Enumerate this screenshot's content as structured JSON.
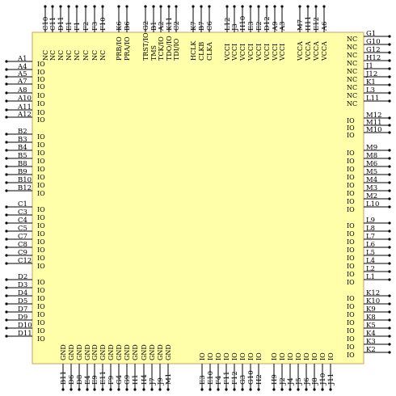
{
  "package": {
    "body_color": "#ffffaa",
    "body_stroke": "#c8a060",
    "lead_color": "#000000"
  },
  "top_pins": [
    {
      "pin": "C10",
      "sig": "NC"
    },
    {
      "pin": "C11",
      "sig": "NC"
    },
    {
      "pin": "D11",
      "sig": "NC"
    },
    {
      "pin": "E1",
      "sig": "NC"
    },
    {
      "pin": "F1",
      "sig": "NC"
    },
    {
      "pin": "F2",
      "sig": "NC"
    },
    {
      "pin": "F3",
      "sig": "NC"
    },
    {
      "pin": "F10",
      "sig": "NC"
    },
    {
      "pin": "K6",
      "sig": "PRB/IO"
    },
    {
      "pin": "B6",
      "sig": "PRA/IO"
    },
    {
      "pin": "G2",
      "sig": "TRST/IO"
    },
    {
      "pin": "B1",
      "sig": "TMS"
    },
    {
      "pin": "A2",
      "sig": "TCK/IO"
    },
    {
      "pin": "K11",
      "sig": "TDO/IO"
    },
    {
      "pin": "C2",
      "sig": "TDI/IO"
    },
    {
      "pin": "K7",
      "sig": "HCLK"
    },
    {
      "pin": "B7",
      "sig": "CLKB"
    },
    {
      "pin": "C6",
      "sig": "CLKA"
    },
    {
      "pin": "L12",
      "sig": "VCCI"
    },
    {
      "pin": "J3",
      "sig": "VCCI"
    },
    {
      "pin": "H10",
      "sig": "VCCI"
    },
    {
      "pin": "E3",
      "sig": "VCCI"
    },
    {
      "pin": "E2",
      "sig": "VCCI"
    },
    {
      "pin": "D12",
      "sig": "VCCI"
    },
    {
      "pin": "A9",
      "sig": "VCCI"
    },
    {
      "pin": "A3",
      "sig": "VCCI"
    },
    {
      "pin": "M7",
      "sig": "VCCA"
    },
    {
      "pin": "H11",
      "sig": "VCCA"
    },
    {
      "pin": "E12",
      "sig": "VCCA"
    },
    {
      "pin": "A6",
      "sig": "VCCA"
    }
  ],
  "bottom_pins": [
    {
      "pin": "B11",
      "sig": "GND"
    },
    {
      "pin": "D6",
      "sig": "GND"
    },
    {
      "pin": "D8",
      "sig": "GND"
    },
    {
      "pin": "E4",
      "sig": "GND"
    },
    {
      "pin": "E9",
      "sig": "GND"
    },
    {
      "pin": "E11",
      "sig": "GND"
    },
    {
      "pin": "F9",
      "sig": "GND"
    },
    {
      "pin": "G4",
      "sig": "GND"
    },
    {
      "pin": "G9",
      "sig": "GND"
    },
    {
      "pin": "H1",
      "sig": "GND"
    },
    {
      "pin": "H4",
      "sig": "GND"
    },
    {
      "pin": "J7",
      "sig": "GND"
    },
    {
      "pin": "J9",
      "sig": "GND"
    },
    {
      "pin": "M1",
      "sig": "GND"
    },
    {
      "pin": "E3",
      "sig": "IO"
    },
    {
      "pin": "E10",
      "sig": "IO"
    },
    {
      "pin": "F4",
      "sig": "IO"
    },
    {
      "pin": "F11",
      "sig": "IO"
    },
    {
      "pin": "F12",
      "sig": "IO"
    },
    {
      "pin": "G3",
      "sig": "IO"
    },
    {
      "pin": "G10",
      "sig": "IO"
    },
    {
      "pin": "H2",
      "sig": "IO"
    },
    {
      "pin": "H9",
      "sig": "IO"
    },
    {
      "pin": "J2",
      "sig": "IO"
    },
    {
      "pin": "J4",
      "sig": "IO"
    },
    {
      "pin": "J5",
      "sig": "IO"
    },
    {
      "pin": "J6",
      "sig": "IO"
    },
    {
      "pin": "J8",
      "sig": "IO"
    },
    {
      "pin": "J10",
      "sig": "IO"
    },
    {
      "pin": "J11",
      "sig": "IO"
    }
  ],
  "left_pins": [
    {
      "pin": "A1",
      "sig": "IO"
    },
    {
      "pin": "A4",
      "sig": "IO"
    },
    {
      "pin": "A5",
      "sig": "IO"
    },
    {
      "pin": "A7",
      "sig": "IO"
    },
    {
      "pin": "A8",
      "sig": "IO"
    },
    {
      "pin": "A10",
      "sig": "IO"
    },
    {
      "pin": "A11",
      "sig": "IO"
    },
    {
      "pin": "A12",
      "sig": "IO"
    },
    {
      "pin": "B2",
      "sig": "IO"
    },
    {
      "pin": "B3",
      "sig": "IO"
    },
    {
      "pin": "B4",
      "sig": "IO"
    },
    {
      "pin": "B5",
      "sig": "IO"
    },
    {
      "pin": "B8",
      "sig": "IO"
    },
    {
      "pin": "B9",
      "sig": "IO"
    },
    {
      "pin": "B10",
      "sig": "IO"
    },
    {
      "pin": "B12",
      "sig": "IO"
    },
    {
      "pin": "C1",
      "sig": "IO"
    },
    {
      "pin": "C3",
      "sig": "IO"
    },
    {
      "pin": "C4",
      "sig": "IO"
    },
    {
      "pin": "C5",
      "sig": "IO"
    },
    {
      "pin": "C7",
      "sig": "IO"
    },
    {
      "pin": "C8",
      "sig": "IO"
    },
    {
      "pin": "C9",
      "sig": "IO"
    },
    {
      "pin": "C12",
      "sig": "IO"
    },
    {
      "pin": "D2",
      "sig": "IO"
    },
    {
      "pin": "D3",
      "sig": "IO"
    },
    {
      "pin": "D4",
      "sig": "IO"
    },
    {
      "pin": "D5",
      "sig": "IO"
    },
    {
      "pin": "D7",
      "sig": "IO"
    },
    {
      "pin": "D9",
      "sig": "IO"
    },
    {
      "pin": "D10",
      "sig": "IO"
    },
    {
      "pin": "D11",
      "sig": "IO"
    }
  ],
  "right_pins": [
    {
      "pin": "G1",
      "sig": "NC"
    },
    {
      "pin": "G10",
      "sig": "NC"
    },
    {
      "pin": "G12",
      "sig": "NC"
    },
    {
      "pin": "H12",
      "sig": "NC"
    },
    {
      "pin": "J1",
      "sig": "NC"
    },
    {
      "pin": "J12",
      "sig": "NC"
    },
    {
      "pin": "K1",
      "sig": "NC"
    },
    {
      "pin": "L3",
      "sig": "NC"
    },
    {
      "pin": "L11",
      "sig": "NC"
    },
    {
      "pin": "M12",
      "sig": "IO"
    },
    {
      "pin": "M11",
      "sig": "IO"
    },
    {
      "pin": "M10",
      "sig": "IO"
    },
    {
      "pin": "M9",
      "sig": "IO"
    },
    {
      "pin": "M8",
      "sig": "IO"
    },
    {
      "pin": "M6",
      "sig": "IO"
    },
    {
      "pin": "M5",
      "sig": "IO"
    },
    {
      "pin": "M4",
      "sig": "IO"
    },
    {
      "pin": "M3",
      "sig": "IO"
    },
    {
      "pin": "M2",
      "sig": "IO"
    },
    {
      "pin": "L10",
      "sig": "IO"
    },
    {
      "pin": "L9",
      "sig": "IO"
    },
    {
      "pin": "L8",
      "sig": "IO"
    },
    {
      "pin": "L7",
      "sig": "IO"
    },
    {
      "pin": "L6",
      "sig": "IO"
    },
    {
      "pin": "L5",
      "sig": "IO"
    },
    {
      "pin": "L4",
      "sig": "IO"
    },
    {
      "pin": "L2",
      "sig": "IO"
    },
    {
      "pin": "L1",
      "sig": "IO"
    },
    {
      "pin": "K12",
      "sig": "IO"
    },
    {
      "pin": "K10",
      "sig": "IO"
    },
    {
      "pin": "K9",
      "sig": "IO"
    },
    {
      "pin": "K8",
      "sig": "IO"
    },
    {
      "pin": "K5",
      "sig": "IO"
    },
    {
      "pin": "K4",
      "sig": "IO"
    },
    {
      "pin": "K3",
      "sig": "IO"
    },
    {
      "pin": "K2",
      "sig": "IO"
    }
  ]
}
